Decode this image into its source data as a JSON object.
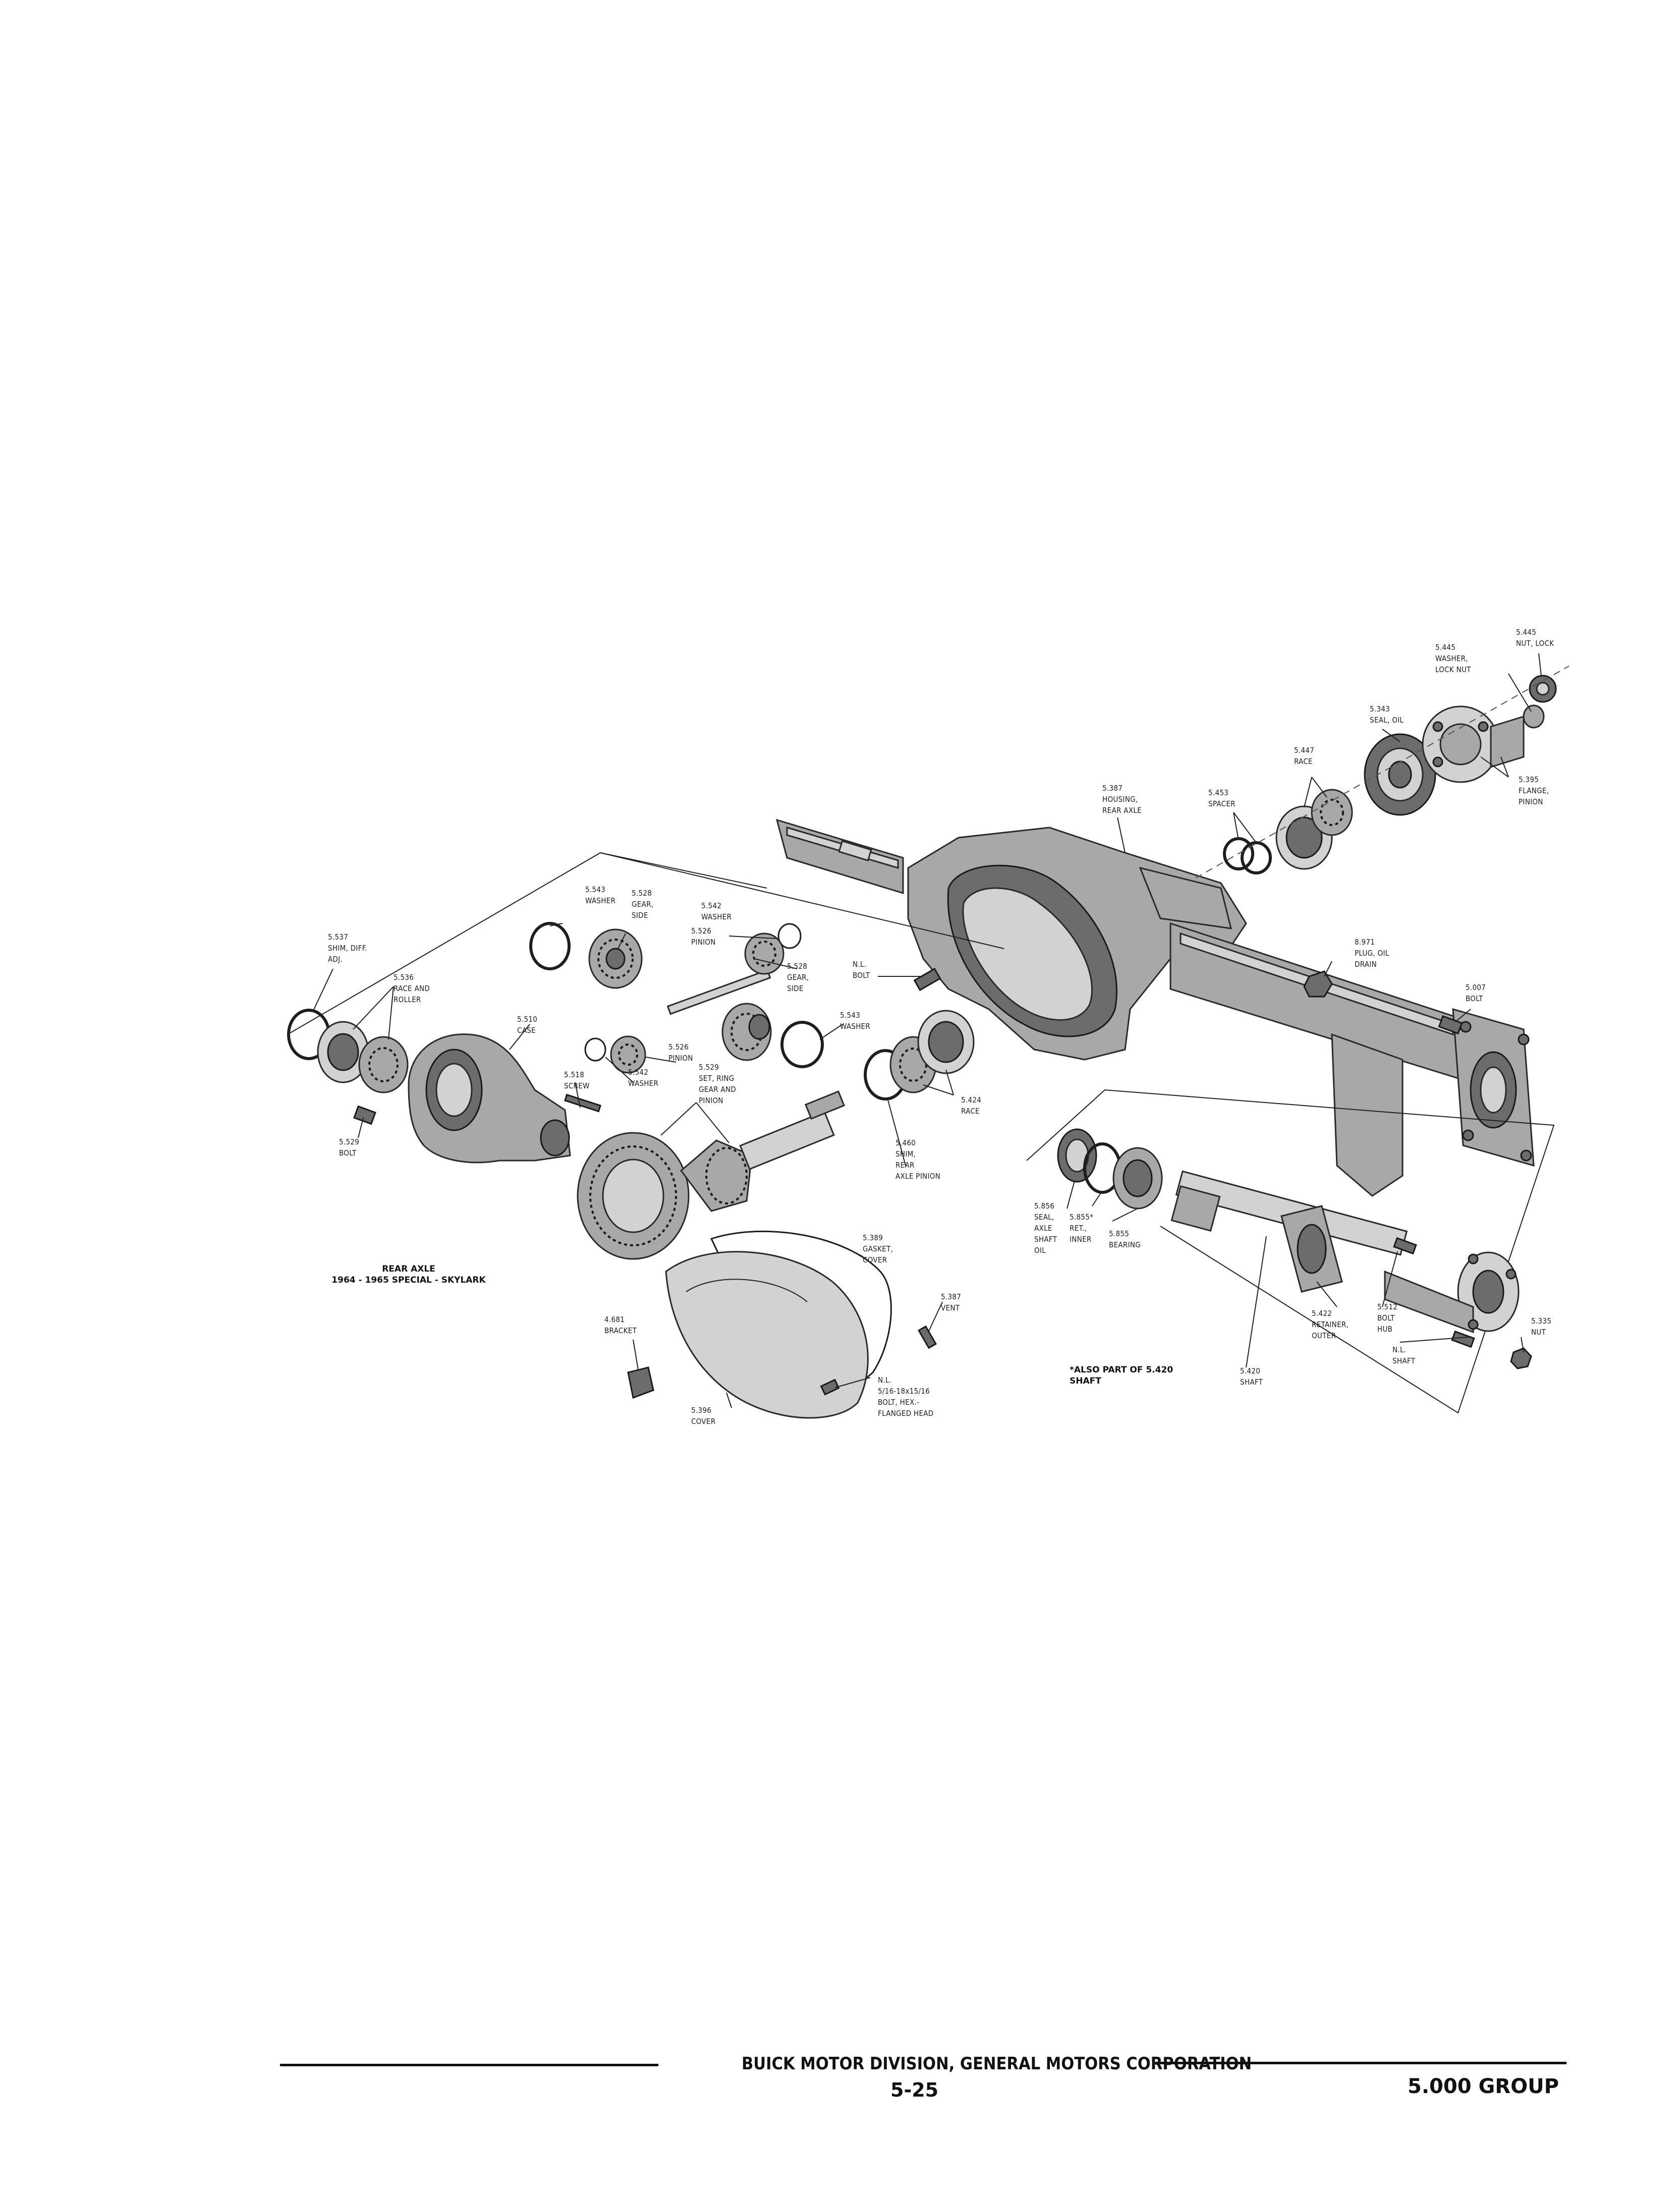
{
  "diagram": {
    "caption_line1": "REAR AXLE",
    "caption_line2": "1964 - 1965 SPECIAL - SKYLARK",
    "note": "*ALSO PART OF 5.420",
    "note_line2": "SHAFT",
    "callouts": {
      "nut_lock": [
        "5.445",
        "NUT, LOCK"
      ],
      "washer_lock_nut": [
        "5.445",
        "WASHER,",
        "LOCK NUT"
      ],
      "seal_oil": [
        "5.343",
        "SEAL, OIL"
      ],
      "flange_pinion": [
        "5.395",
        "FLANGE,",
        "PINION"
      ],
      "race_447": [
        "5.447",
        "RACE"
      ],
      "spacer": [
        "5.453",
        "SPACER"
      ],
      "housing": [
        "5.387",
        "HOUSING,",
        "REAR AXLE"
      ],
      "plug_oil_drain": [
        "8.971",
        "PLUG, OIL",
        "DRAIN"
      ],
      "bolt_007": [
        "5.007",
        "BOLT"
      ],
      "washer_543_top": [
        "5.543",
        "WASHER"
      ],
      "gear_side_528_top": [
        "5.528",
        "GEAR,",
        "SIDE"
      ],
      "washer_542_top": [
        "5.542",
        "WASHER"
      ],
      "pinion_526_top": [
        "5.526",
        "PINION"
      ],
      "gear_side_528_mid": [
        "5.528",
        "GEAR,",
        "SIDE"
      ],
      "shim_diff": [
        "5.537",
        "SHIM, DIFF.",
        "ADJ."
      ],
      "race_roller": [
        "5.536",
        "RACE AND",
        "ROLLER"
      ],
      "case": [
        "5.510",
        "CASE"
      ],
      "nl_bolt": [
        "N.L.",
        "BOLT"
      ],
      "washer_543_mid": [
        "5.543",
        "WASHER"
      ],
      "pinion_526_mid": [
        "5.526",
        "PINION"
      ],
      "screw": [
        "5.518",
        "SCREW"
      ],
      "washer_542_mid": [
        "5.542",
        "WASHER"
      ],
      "set_ring_gear": [
        "5.529",
        "SET, RING",
        "GEAR AND",
        "PINION"
      ],
      "race_424": [
        "5.424",
        "RACE"
      ],
      "bolt_529": [
        "5.529",
        "BOLT"
      ],
      "shim_pinion": [
        "5.460",
        "SHIM,",
        "REAR",
        "AXLE PINION"
      ],
      "seal_axle": [
        "5.856",
        "SEAL,",
        "AXLE",
        "SHAFT",
        "OIL"
      ],
      "ret_inner": [
        "5.855*",
        "RET.,",
        "INNER"
      ],
      "bearing": [
        "5.855",
        "BEARING"
      ],
      "gasket_cover": [
        "5.389",
        "GASKET,",
        "COVER"
      ],
      "vent": [
        "5.387",
        "VENT"
      ],
      "bracket": [
        "4.681",
        "BRACKET"
      ],
      "cover": [
        "5.396",
        "COVER"
      ],
      "nl_bolt_hex": [
        "N.L.",
        "5/16-18x15/16",
        "BOLT, HEX.-",
        "FLANGED HEAD"
      ],
      "retainer_outer": [
        "5.422",
        "RETAINER,",
        "OUTER"
      ],
      "bolt_hub": [
        "5.512",
        "BOLT",
        "HUB"
      ],
      "nut_335": [
        "5.335",
        "NUT"
      ],
      "nl_shaft": [
        "N.L.",
        "SHAFT"
      ],
      "shaft_420": [
        "5.420",
        "SHAFT"
      ]
    }
  },
  "footer": {
    "company": "BUICK MOTOR DIVISION, GENERAL MOTORS CORPORATION",
    "page_number": "5-25",
    "group": "5.000 GROUP"
  }
}
